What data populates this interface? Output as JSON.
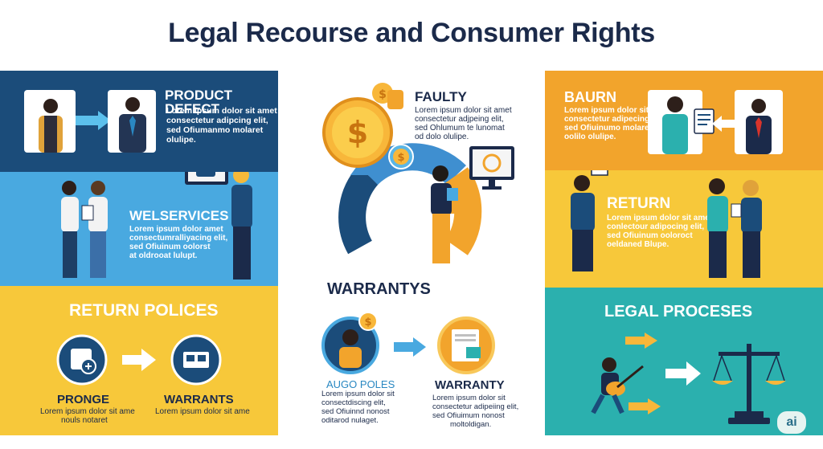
{
  "title": "Legal Recourse and Consumer Rights",
  "panels": {
    "product_defect": {
      "heading": "PRODUCT DEFECT",
      "body": [
        "Lorem ipsum dolor sit amet",
        "consectetur adipcing elit,",
        "sed Ofiumanmo molaret",
        "olulipe."
      ]
    },
    "welservices": {
      "heading": "WELSERVICES",
      "body": [
        "Lorem ipsum dolor amet",
        "consectumralliyacing elit,",
        "sed Ofiuinum oolorst",
        "at oldrooat lulupt."
      ]
    },
    "return_polices": {
      "heading": "RETURN POLICES",
      "left_label": "PRONGE",
      "left_body": [
        "Lorem ipsum dolor sit ame",
        "nouls notaret"
      ],
      "right_label": "WARRANTS",
      "right_body": [
        "Lorem ipsum dolor sit ame"
      ]
    },
    "faulty": {
      "heading": "FAULTY",
      "body": [
        "Lorem ipsum dolor sit amet",
        "consectetur adjpeing elit,",
        "sed Ohlumum te lunomat",
        "od dolo olulipe."
      ]
    },
    "warrantys": {
      "heading": "WARRANTYS",
      "left_label": "AUGO POLES",
      "left_body": [
        "Lorem ipsum dolor sit",
        "consectdiscing elit,",
        "sed Ofiuinnd nonost",
        "oditarod nulaget."
      ],
      "right_label": "WARRANTY",
      "right_body": [
        "Lorem ipsum dolor sit",
        "consectetur adipeiing elit,",
        "sed Ofiuimum nonost",
        "moltoldigan."
      ]
    },
    "baurn": {
      "heading": "BAURN",
      "body": [
        "Lorem ipsum dolor sit amet",
        "consectetur adipecing elit,",
        "sed Ofiuinumo molaret",
        "oolilo olulipe."
      ]
    },
    "return": {
      "heading": "RETURN",
      "body": [
        "Lorem ipsum dolor sit amet",
        "conlectour adipocing elit,",
        "sed Ofiuinum ooloroct",
        "oeldaned Blupe."
      ]
    },
    "legal_proceses": {
      "heading": "LEGAL PROCESES"
    }
  },
  "badge": "ai",
  "colors": {
    "navy": "#1b4c7a",
    "blue": "#49a9e0",
    "yellow": "#f7c83a",
    "orange": "#f2a42c",
    "gold": "#f8b73a",
    "teal": "#2bb0ae",
    "title": "#1b2a4a"
  },
  "icons": [
    "dollar-coin-icon",
    "arrow-right-icon",
    "scales-icon",
    "monitor-icon",
    "document-icon",
    "circular-arrow-icon",
    "gear-icon"
  ]
}
